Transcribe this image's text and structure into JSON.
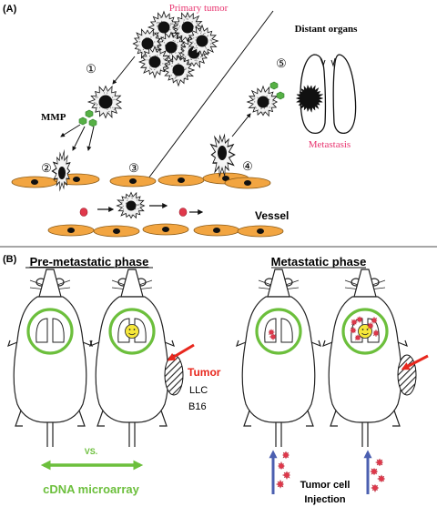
{
  "panel_a": {
    "label": "(A)",
    "primary_tumor": "Primary tumor",
    "distant_organs": "Distant organs",
    "mmp": "MMP",
    "metastasis": "Metastasis",
    "vessel": "Vessel",
    "steps": [
      "①",
      "②",
      "③",
      "④",
      "⑤"
    ]
  },
  "panel_b": {
    "label": "(B)",
    "pre_phase": "Pre-metastatic phase",
    "met_phase": "Metastatic phase",
    "tumor": "Tumor",
    "llc": "LLC",
    "b16": "B16",
    "vs": "VS.",
    "microarray": "cDNA microarray",
    "injection_line1": "Tumor cell",
    "injection_line2": "Injection"
  },
  "colors": {
    "pink_text": "#e8346f",
    "red_tumor": "#e8281e",
    "green": "#6cbf3c",
    "vessel_orange": "#f2a541",
    "injection_blue": "#4b5fb0",
    "rbc_red": "#e0384b",
    "face_yellow": "#f6e73a"
  }
}
